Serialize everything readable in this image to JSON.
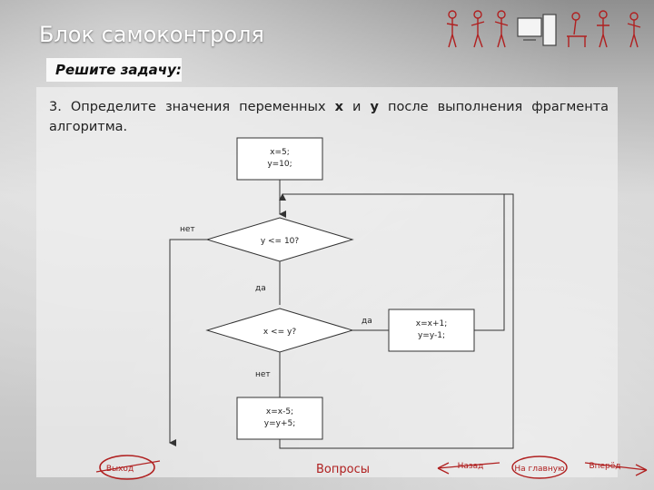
{
  "header": {
    "title": "Блок самоконтроля",
    "subtitle": "Решите задачу:"
  },
  "task": {
    "number": "3.",
    "text_before": "Определите значения переменных",
    "var_x": "x",
    "conj": "и",
    "var_y": "y",
    "text_after": "после выполнения фрагмента алгоритма."
  },
  "flowchart": {
    "init_line1": "x=5;",
    "init_line2": "y=10;",
    "cond1": "y <= 10?",
    "cond1_no": "нет",
    "cond1_yes": "да",
    "cond2": "x <= y?",
    "cond2_yes": "да",
    "cond2_no": "нет",
    "yes_line1": "x=x+1;",
    "yes_line2": "y=y-1;",
    "no_line1": "x=x-5;",
    "no_line2": "y=y+5;"
  },
  "nav": {
    "exit": "Выход",
    "questions": "Вопросы",
    "back": "Назад",
    "start": "На главную",
    "forward": "Вперёд"
  },
  "colors": {
    "title": "#ffffff",
    "nav": "#b02020",
    "lines": "#333333"
  }
}
